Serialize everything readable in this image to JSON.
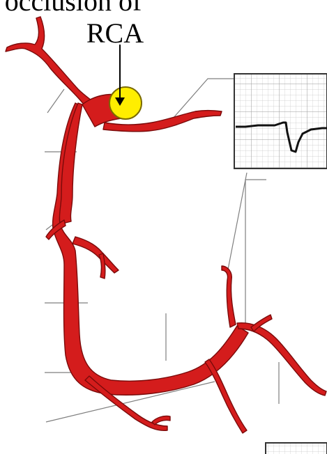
{
  "annotation": {
    "line1": "occlusion of",
    "line2": "RCA"
  },
  "colors": {
    "artery": "#d41c1c",
    "artery_outline": "#7a0a0a",
    "marker_fill": "#ffee00",
    "marker_stroke": "#7a6a00",
    "leader_line": "#7f7f7f",
    "ecg_grid_minor": "#c7c7c7",
    "ecg_grid_major": "#9a9a9a",
    "ecg_trace": "#111111"
  },
  "icons": {
    "occlusion_marker": "yellow-circle-dot",
    "ecg_strip": "ecg-st-segment-tracing"
  }
}
